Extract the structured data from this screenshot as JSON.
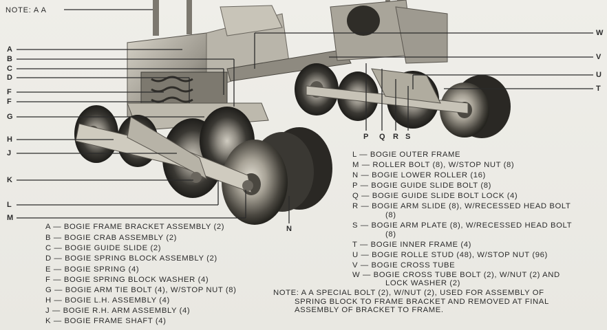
{
  "top_note": "NOTE: A A",
  "callouts_left": [
    "A",
    "B",
    "C",
    "D",
    "F",
    "F",
    "G",
    "H",
    "J",
    "K",
    "L",
    "M"
  ],
  "callouts_bottom": [
    "P",
    "Q",
    "R",
    "S"
  ],
  "callouts_right": [
    "W",
    "V",
    "U",
    "T"
  ],
  "callout_n": "N",
  "legend_left": [
    "A — BOGIE FRAME BRACKET ASSEMBLY (2)",
    "B — BOGIE CRAB ASSEMBLY (2)",
    "C — BOGIE GUIDE SLIDE (2)",
    "D — BOGIE SPRING BLOCK ASSEMBLY (2)",
    "E — BOGIE SPRING (4)",
    "F — BOGIE SPRING BLOCK WASHER (4)",
    "G — BOGIE ARM TIE BOLT (4), W/STOP NUT (8)",
    "H — BOGIE L.H. ASSEMBLY (4)",
    "J — BOGIE R.H. ARM ASSEMBLY (4)",
    "K — BOGIE FRAME SHAFT (4)"
  ],
  "legend_right": [
    {
      "text": "L — BOGIE OUTER FRAME"
    },
    {
      "text": "M — ROLLER BOLT (8), W/STOP NUT (8)"
    },
    {
      "text": "N — BOGIE LOWER ROLLER (16)"
    },
    {
      "text": "P — BOGIE GUIDE SLIDE BOLT (8)"
    },
    {
      "text": "Q — BOGIE GUIDE SLIDE BOLT LOCK (4)"
    },
    {
      "text": "R — BOGIE ARM SLIDE (8), W/RECESSED HEAD BOLT",
      "cont": "(8)"
    },
    {
      "text": "S — BOGIE ARM PLATE (8), W/RECESSED HEAD BOLT",
      "cont": "(8)"
    },
    {
      "text": "T — BOGIE INNER FRAME (4)"
    },
    {
      "text": "U — BOGIE ROLLE  STUD (48), W/STOP NUT (96)"
    },
    {
      "text": "V — BOGIE CROSS TUBE"
    },
    {
      "text": "W — BOGIE CROSS TUBE BOLT (2), W/NUT (2) AND",
      "cont": "LOCK WASHER (2)"
    }
  ],
  "bottom_note": [
    "NOTE: A A SPECIAL BOLT (2), W/NUT (2), USED FOR ASSEMBLY OF",
    "SPRING BLOCK TO FRAME BRACKET AND REMOVED AT FINAL",
    "ASSEMBLY OF BRACKET TO FRAME."
  ]
}
